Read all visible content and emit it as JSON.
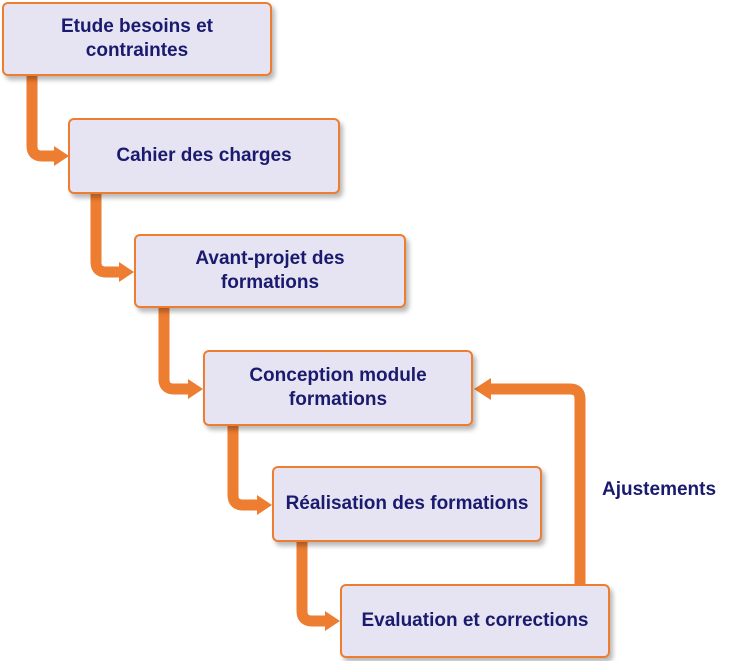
{
  "steps": [
    {
      "label": "Etude besoins et\ncontraintes"
    },
    {
      "label": "Cahier des charges"
    },
    {
      "label": "Avant-projet des\nformations"
    },
    {
      "label": "Conception module\nformations"
    },
    {
      "label": "Réalisation des formations"
    },
    {
      "label": "Evaluation et corrections"
    }
  ],
  "feedback": {
    "label": "Ajustements"
  },
  "colors": {
    "box_fill": "#e6e4f2",
    "box_border": "#ed7d31",
    "arrow": "#ed7d31",
    "text": "#1a1a6e"
  }
}
